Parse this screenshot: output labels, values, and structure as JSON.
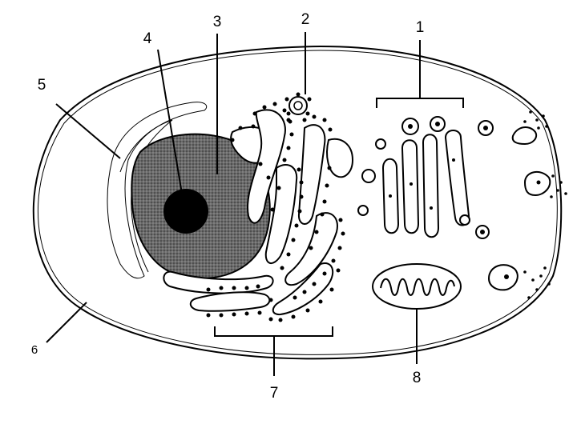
{
  "labels": {
    "l1": "1",
    "l2": "2",
    "l3": "3",
    "l4": "4",
    "l5": "5",
    "l6": "6",
    "l7": "7",
    "l8": "8"
  },
  "colors": {
    "ink": "#000000",
    "nucleus_shade": "#5a5a5a",
    "nucleolus": "#000000",
    "background": "#ffffff"
  }
}
